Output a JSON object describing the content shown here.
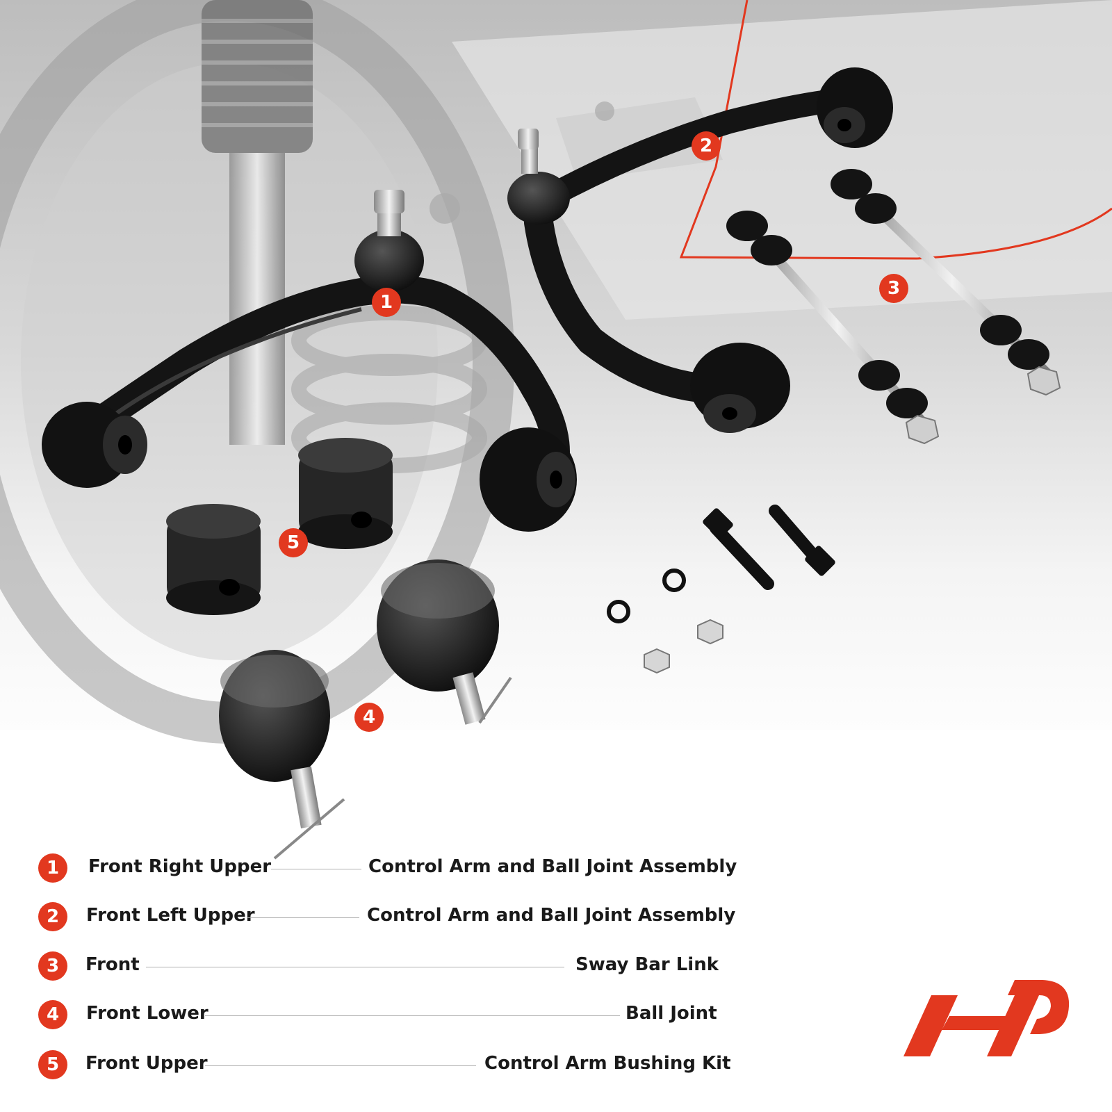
{
  "accent_color": "#e2381f",
  "callouts": [
    {
      "number": "1"
    },
    {
      "number": "2"
    },
    {
      "number": "3"
    },
    {
      "number": "4"
    },
    {
      "number": "5"
    }
  ],
  "legend": [
    {
      "number": "1",
      "left": "Front Right Upper",
      "right": "Control Arm and Ball Joint Assembly"
    },
    {
      "number": "2",
      "left": "Front Left Upper",
      "right": "Control Arm and Ball Joint Assembly"
    },
    {
      "number": "3",
      "left": "Front",
      "right": "Sway Bar Link"
    },
    {
      "number": "4",
      "left": "Front Lower",
      "right": "Ball Joint"
    },
    {
      "number": "5",
      "left": "Front Upper",
      "right": "Control Arm Bushing Kit"
    }
  ],
  "logo": {
    "icon": "brand-logo-icon"
  }
}
